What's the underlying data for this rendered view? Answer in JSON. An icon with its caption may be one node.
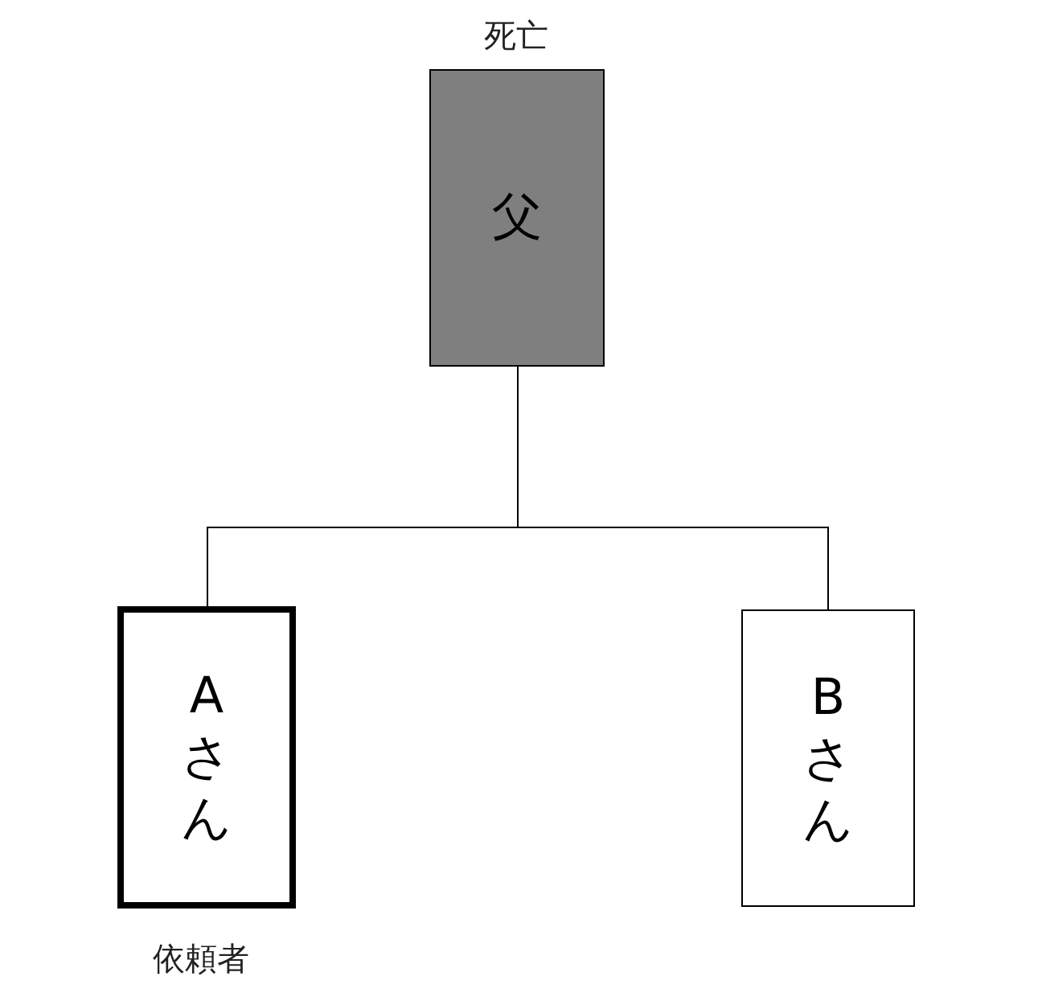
{
  "diagram": {
    "nodes": [
      {
        "text": [
          "父"
        ],
        "beside": [
          "死亡"
        ]
      },
      {
        "text": [
          "Aさん"
        ],
        "beside": [
          "依頼者"
        ]
      },
      {
        "text": [
          "Bさん"
        ]
      }
    ],
    "edges": [
      {
        "from": 0,
        "to": 1,
        "arrow": "none"
      },
      {
        "from": 0,
        "to": 2,
        "arrow": "none"
      }
    ]
  }
}
